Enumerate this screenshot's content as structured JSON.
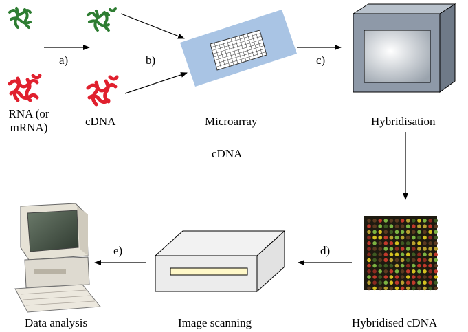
{
  "labels": {
    "rna_line1": "RNA (or",
    "rna_line2": "mRNA)",
    "cdna": "cDNA",
    "microarray": "Microarray",
    "hybridisation": "Hybridisation",
    "cdna_middle": "cDNA",
    "data_analysis": "Data analysis",
    "image_scanning": "Image scanning",
    "hybridised_cdna": "Hybridised cDNA"
  },
  "steps": {
    "a": "a)",
    "b": "b)",
    "c": "c)",
    "d": "d)",
    "e": "e)"
  },
  "colors": {
    "green_strand": "#2e7d32",
    "red_strand": "#e0202e",
    "slide": "#a9c4e4",
    "chamber": "#8e99a8",
    "spot_red": "#c0392b",
    "spot_green": "#7cb342",
    "spot_yellow": "#d4c020"
  }
}
